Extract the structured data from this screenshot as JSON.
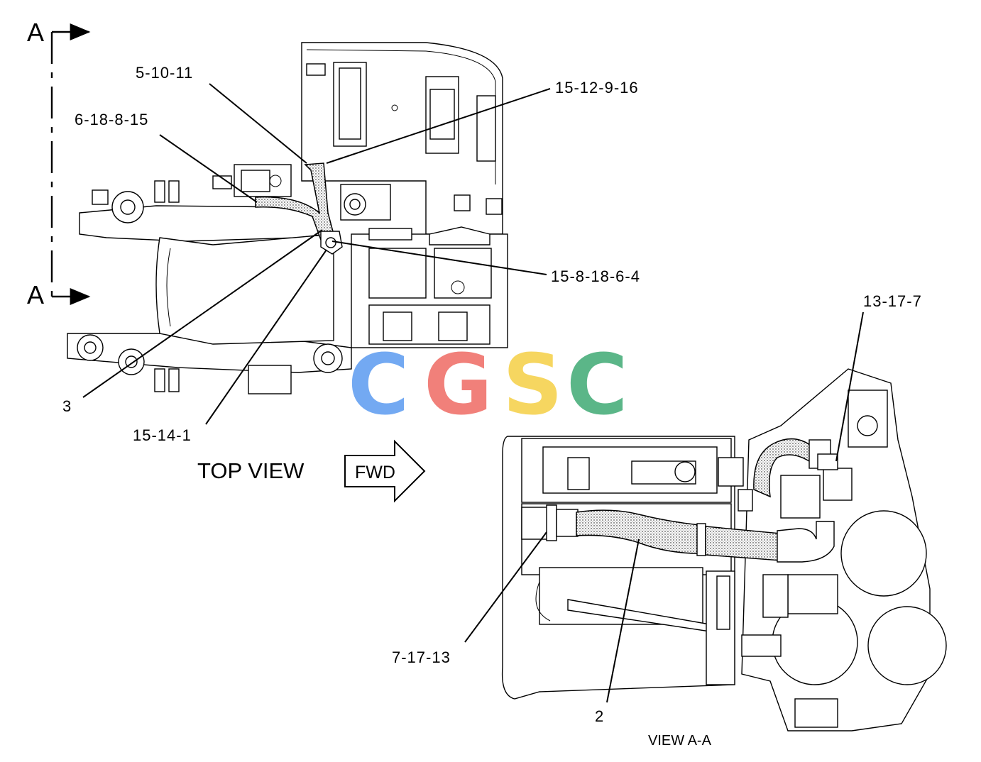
{
  "section_marks": {
    "top": "A",
    "bottom": "A"
  },
  "callouts": {
    "c_5_10_11": "5-10-11",
    "c_15_12_9_16": "15-12-9-16",
    "c_6_18_8_15": "6-18-8-15",
    "c_15_8_18_6_4": "15-8-18-6-4",
    "c_13_17_7": "13-17-7",
    "c_3": "3",
    "c_15_14_1": "15-14-1",
    "c_7_17_13": "7-17-13",
    "c_2": "2"
  },
  "views": {
    "top": "TOP VIEW",
    "section": "VIEW A-A"
  },
  "direction_arrow": "FWD",
  "watermark": {
    "letters": [
      "C",
      "G",
      "S",
      "C"
    ],
    "colors": [
      "#5b9bf0",
      "#ef6b63",
      "#f5cf45",
      "#3faa74"
    ]
  }
}
